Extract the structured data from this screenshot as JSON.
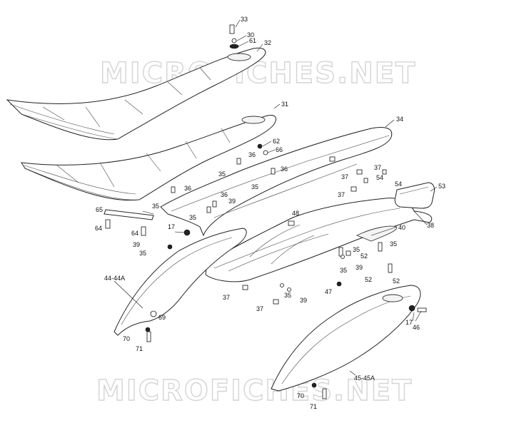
{
  "watermark": {
    "top": "MICROFICHES.NET",
    "bottom": "MICROFICHES.NET"
  },
  "callouts": [
    {
      "id": "c33",
      "text": "33"
    },
    {
      "id": "c30",
      "text": "30"
    },
    {
      "id": "c61",
      "text": "61"
    },
    {
      "id": "c32",
      "text": "32"
    },
    {
      "id": "c31",
      "text": "31"
    },
    {
      "id": "c34",
      "text": "34"
    },
    {
      "id": "c62",
      "text": "62"
    },
    {
      "id": "c66",
      "text": "66"
    },
    {
      "id": "c36a",
      "text": "36"
    },
    {
      "id": "c36b",
      "text": "36"
    },
    {
      "id": "c36c",
      "text": "36"
    },
    {
      "id": "c36d",
      "text": "36"
    },
    {
      "id": "c35a",
      "text": "35"
    },
    {
      "id": "c35b",
      "text": "35"
    },
    {
      "id": "c35c",
      "text": "35"
    },
    {
      "id": "c37a",
      "text": "37"
    },
    {
      "id": "c37b",
      "text": "37"
    },
    {
      "id": "c37c",
      "text": "37"
    },
    {
      "id": "c54a",
      "text": "54"
    },
    {
      "id": "c54b",
      "text": "54"
    },
    {
      "id": "c53",
      "text": "53"
    },
    {
      "id": "c65",
      "text": "65"
    },
    {
      "id": "c64a",
      "text": "64"
    },
    {
      "id": "c64b",
      "text": "64"
    },
    {
      "id": "c17a",
      "text": "17"
    },
    {
      "id": "c39a",
      "text": "39"
    },
    {
      "id": "c35d",
      "text": "35"
    },
    {
      "id": "c35e",
      "text": "35"
    },
    {
      "id": "c39b",
      "text": "39"
    },
    {
      "id": "c48",
      "text": "48"
    },
    {
      "id": "c38",
      "text": "38"
    },
    {
      "id": "c40",
      "text": "40"
    },
    {
      "id": "c35f",
      "text": "35"
    },
    {
      "id": "c52a",
      "text": "52"
    },
    {
      "id": "c35g",
      "text": "35"
    },
    {
      "id": "c39c",
      "text": "39"
    },
    {
      "id": "c52b",
      "text": "52"
    },
    {
      "id": "c52c",
      "text": "52"
    },
    {
      "id": "c35h",
      "text": "35"
    },
    {
      "id": "c44",
      "text": "44-44A"
    },
    {
      "id": "c47",
      "text": "47"
    },
    {
      "id": "c35i",
      "text": "35"
    },
    {
      "id": "c37d",
      "text": "37"
    },
    {
      "id": "c37e",
      "text": "37"
    },
    {
      "id": "c39d",
      "text": "39"
    },
    {
      "id": "c69",
      "text": "69"
    },
    {
      "id": "c70a",
      "text": "70"
    },
    {
      "id": "c71a",
      "text": "71"
    },
    {
      "id": "c17b",
      "text": "17"
    },
    {
      "id": "c46",
      "text": "46"
    },
    {
      "id": "c45",
      "text": "45-45A"
    },
    {
      "id": "c70b",
      "text": "70"
    },
    {
      "id": "c71b",
      "text": "71"
    }
  ]
}
